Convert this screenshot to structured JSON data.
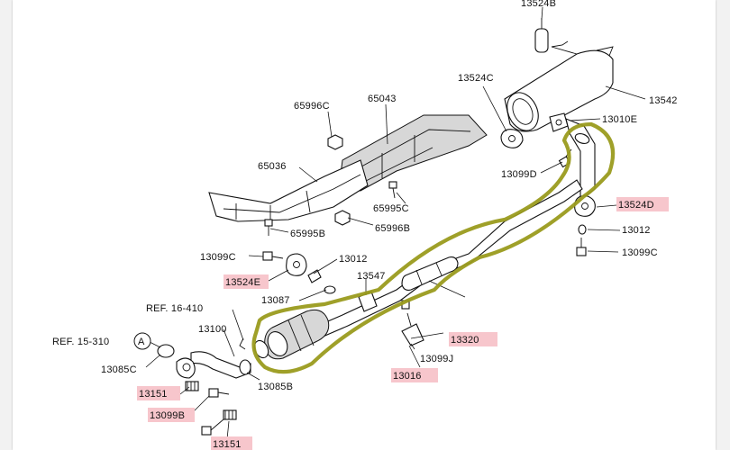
{
  "diagram": {
    "labels": {
      "l_13524b": "13524B",
      "l_13524c": "13524C",
      "l_13542": "13542",
      "l_13010e": "13010E",
      "l_13099d": "13099D",
      "l_13524d": "13524D",
      "l_13012_r": "13012",
      "l_13099c_r": "13099C",
      "l_65996c": "65996C",
      "l_65043": "65043",
      "l_65036": "65036",
      "l_65995c": "65995C",
      "l_65996b": "65996B",
      "l_65995b": "65995B",
      "l_13099c_l": "13099C",
      "l_13012_l": "13012",
      "l_13524e": "13524E",
      "l_13547": "13547",
      "l_13087": "13087",
      "l_ref16": "REF. 16-410",
      "l_13100": "13100",
      "l_ref15": "REF. 15-310",
      "l_circle_a": "A",
      "l_13085c": "13085C",
      "l_13085b": "13085B",
      "l_13320": "13320",
      "l_13099j": "13099J",
      "l_13016": "13016",
      "l_13151_a": "13151",
      "l_13099b": "13099B",
      "l_13151_b": "13151"
    },
    "colors": {
      "highlight_label": "#f7c6cc",
      "trace_outline": "#9a9b1e"
    }
  }
}
